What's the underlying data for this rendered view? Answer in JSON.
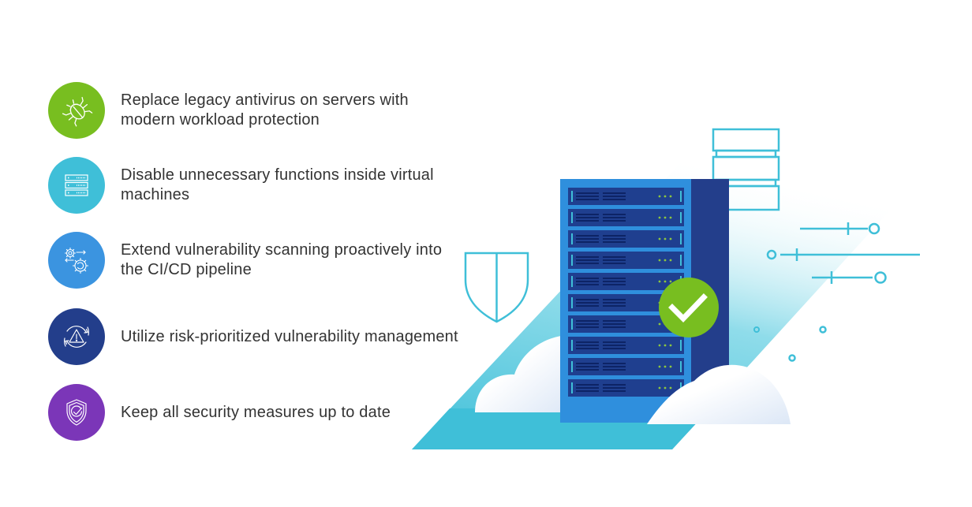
{
  "features": [
    {
      "icon": "bug-icon",
      "text": "Replace legacy antivirus on servers with modern workload protection",
      "color": "#78be20"
    },
    {
      "icon": "server-stack-icon",
      "text": "Disable unnecessary functions inside virtual machines",
      "color": "#3fbfd8"
    },
    {
      "icon": "gears-sync-icon",
      "text": "Extend vulnerability scanning proactively into the CI/CD pipeline",
      "color": "#3b94e0"
    },
    {
      "icon": "warning-cycle-icon",
      "text": "Utilize risk-prioritized vulnerability management",
      "color": "#233e8b"
    },
    {
      "icon": "shield-check-icon",
      "text": "Keep all security measures up to date",
      "color": "#7b36b8"
    }
  ],
  "illustration": {
    "description": "server rack with green check, shield, clouds and network lines",
    "colors": {
      "rack_front": "#2f8fdd",
      "rack_side": "#233e8b",
      "slot": "#1f3f8f",
      "led": "#8cc63f",
      "check_badge": "#78be20",
      "cyan": "#3fbfd8"
    }
  }
}
